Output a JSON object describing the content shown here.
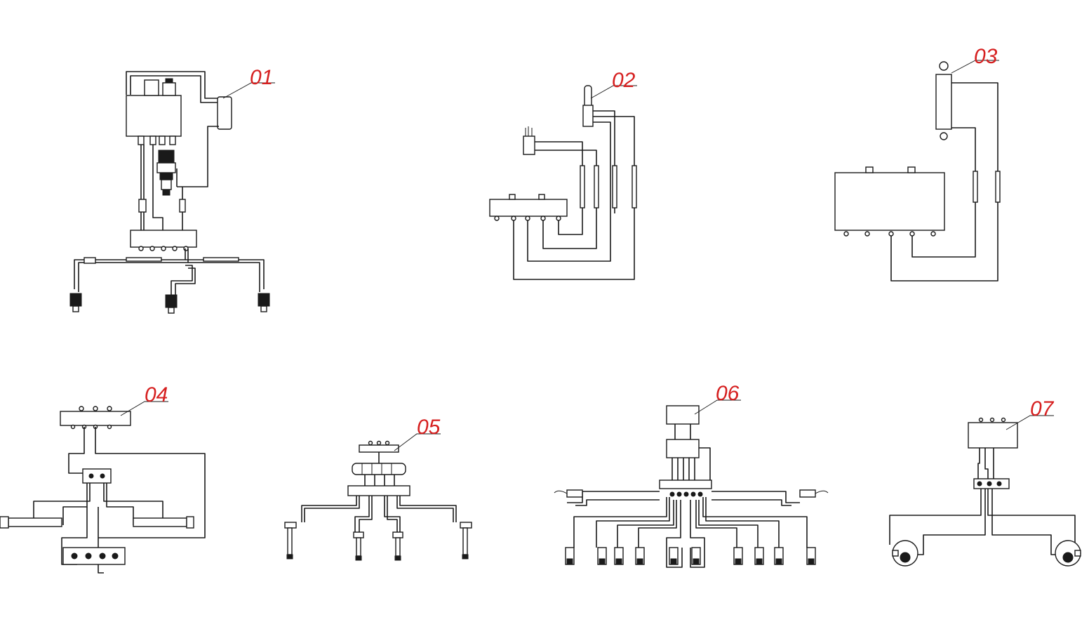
{
  "colors": {
    "line": "#1a1a1a",
    "label": "#d62020",
    "background": "#ffffff"
  },
  "diagrams": [
    {
      "id": "diagram-01",
      "label": "01"
    },
    {
      "id": "diagram-02",
      "label": "02"
    },
    {
      "id": "diagram-03",
      "label": "03"
    },
    {
      "id": "diagram-04",
      "label": "04"
    },
    {
      "id": "diagram-05",
      "label": "05"
    },
    {
      "id": "diagram-06",
      "label": "06"
    },
    {
      "id": "diagram-07",
      "label": "07"
    }
  ]
}
